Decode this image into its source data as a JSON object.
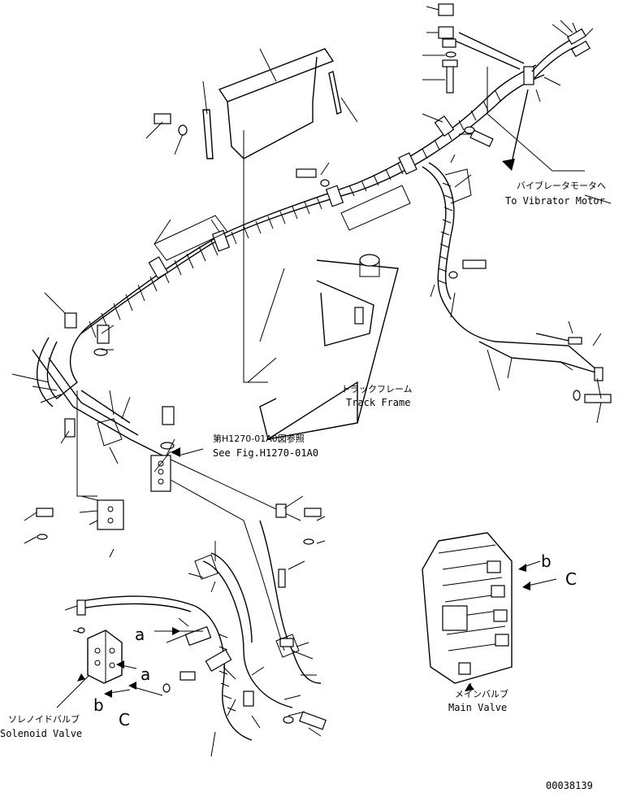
{
  "labels": {
    "vibrator_jp": "バイブレータモータへ",
    "vibrator_en": "To Vibrator Motor",
    "track_frame_jp": "トラックフレーム",
    "track_frame_en": "Track Frame",
    "see_fig_jp": "第H1270-01A0図参照",
    "see_fig_en": "See Fig.H1270-01A0",
    "solenoid_jp": "ソレノイドバルブ",
    "solenoid_en": "Solenoid Valve",
    "main_valve_jp": "メインバルブ",
    "main_valve_en": "Main Valve",
    "ref_a1": "a",
    "ref_a2": "a",
    "ref_b1": "b",
    "ref_b2": "b",
    "ref_c1": "C",
    "ref_c2": "C",
    "drawing_number": "00038139"
  }
}
